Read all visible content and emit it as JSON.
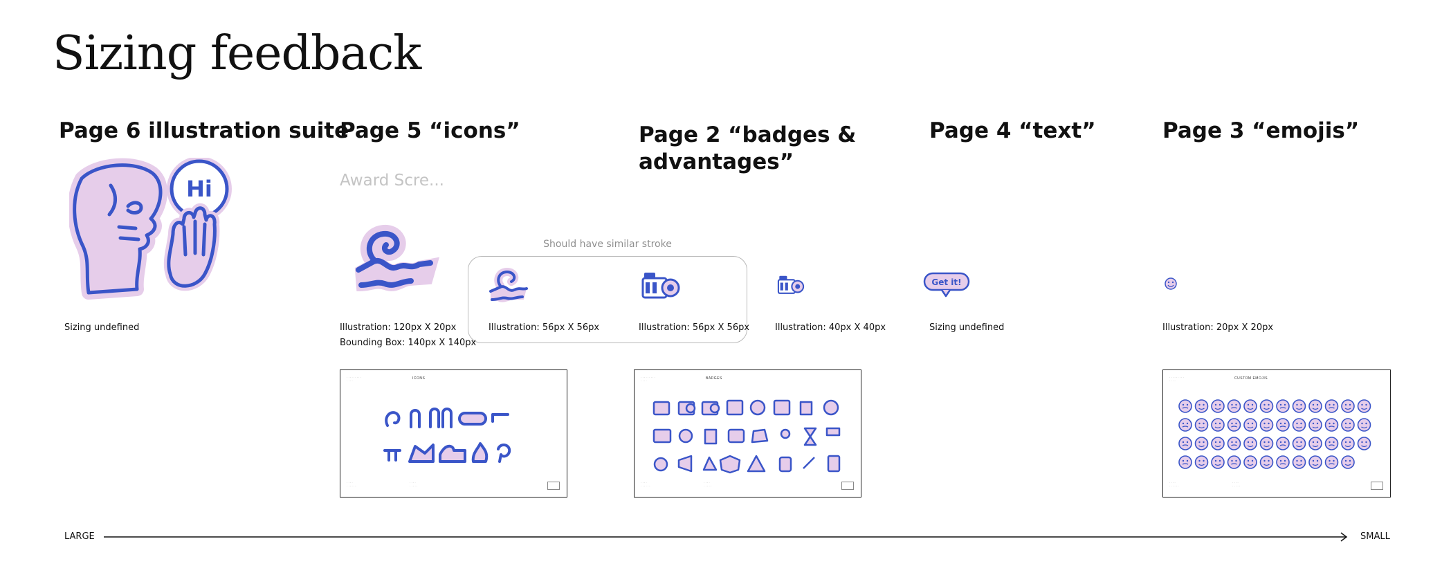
{
  "page_title": "Sizing feedback",
  "columns": [
    {
      "heading": "Page 6 illustration suite",
      "captions": [
        "Sizing undefined"
      ]
    },
    {
      "heading": "Page 5 “icons”",
      "faded_label": "Award Scre...",
      "captions": [
        "Illustration: 120px X 20px",
        "Bounding Box: 140px X 140px"
      ]
    },
    {
      "heading": "Page 2 “badges & advantages”",
      "captions": [
        "Illustration: 56px X 56px",
        "Illustration: 56px X 56px",
        "Illustration: 40px X 40px"
      ]
    },
    {
      "heading": "Page 4 “text”",
      "badge_text": "Get it!",
      "captions": [
        "Sizing undefined"
      ]
    },
    {
      "heading": "Page 3 “emojis”",
      "captions": [
        "Illustration: 20px X 20px"
      ]
    }
  ],
  "stroke_note": "Should have similar stroke",
  "hi_bubble_text": "Hi",
  "sheets": [
    {
      "title": "ICONS"
    },
    {
      "title": "BADGES"
    },
    {
      "title": "CUSTOM EMOJIS"
    }
  ],
  "scale": {
    "start": "LARGE",
    "end": "SMALL"
  },
  "colors": {
    "ink": "#3a55c8",
    "fill": "#e6cdea",
    "text": "#111111",
    "muted": "#c4c4c4",
    "frame": "#b9b9b9"
  }
}
